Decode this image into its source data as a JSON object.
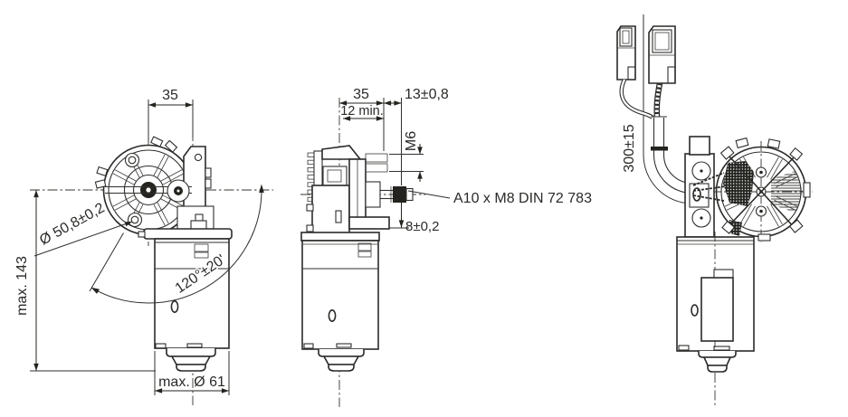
{
  "drawing": {
    "description": "Wiper gear motor technical drawing, three orthographic views",
    "line_color": "#2a2a28",
    "background": "#ffffff"
  },
  "labels": {
    "front_width": "35",
    "front_bolt_circle": "Ø 50,8±0,2",
    "front_height": "max. 143",
    "front_sweep": "120°±20'",
    "front_diameter": "max. Ø 61",
    "side_width": "35",
    "side_thread_depth": "12 min.",
    "side_stud_length": "13±0,8",
    "side_thread_size": "M6",
    "side_shaft_spec": "A10 x M8 DIN 72 783",
    "side_offset": "8±0,2",
    "rear_cable_length": "300±15"
  }
}
